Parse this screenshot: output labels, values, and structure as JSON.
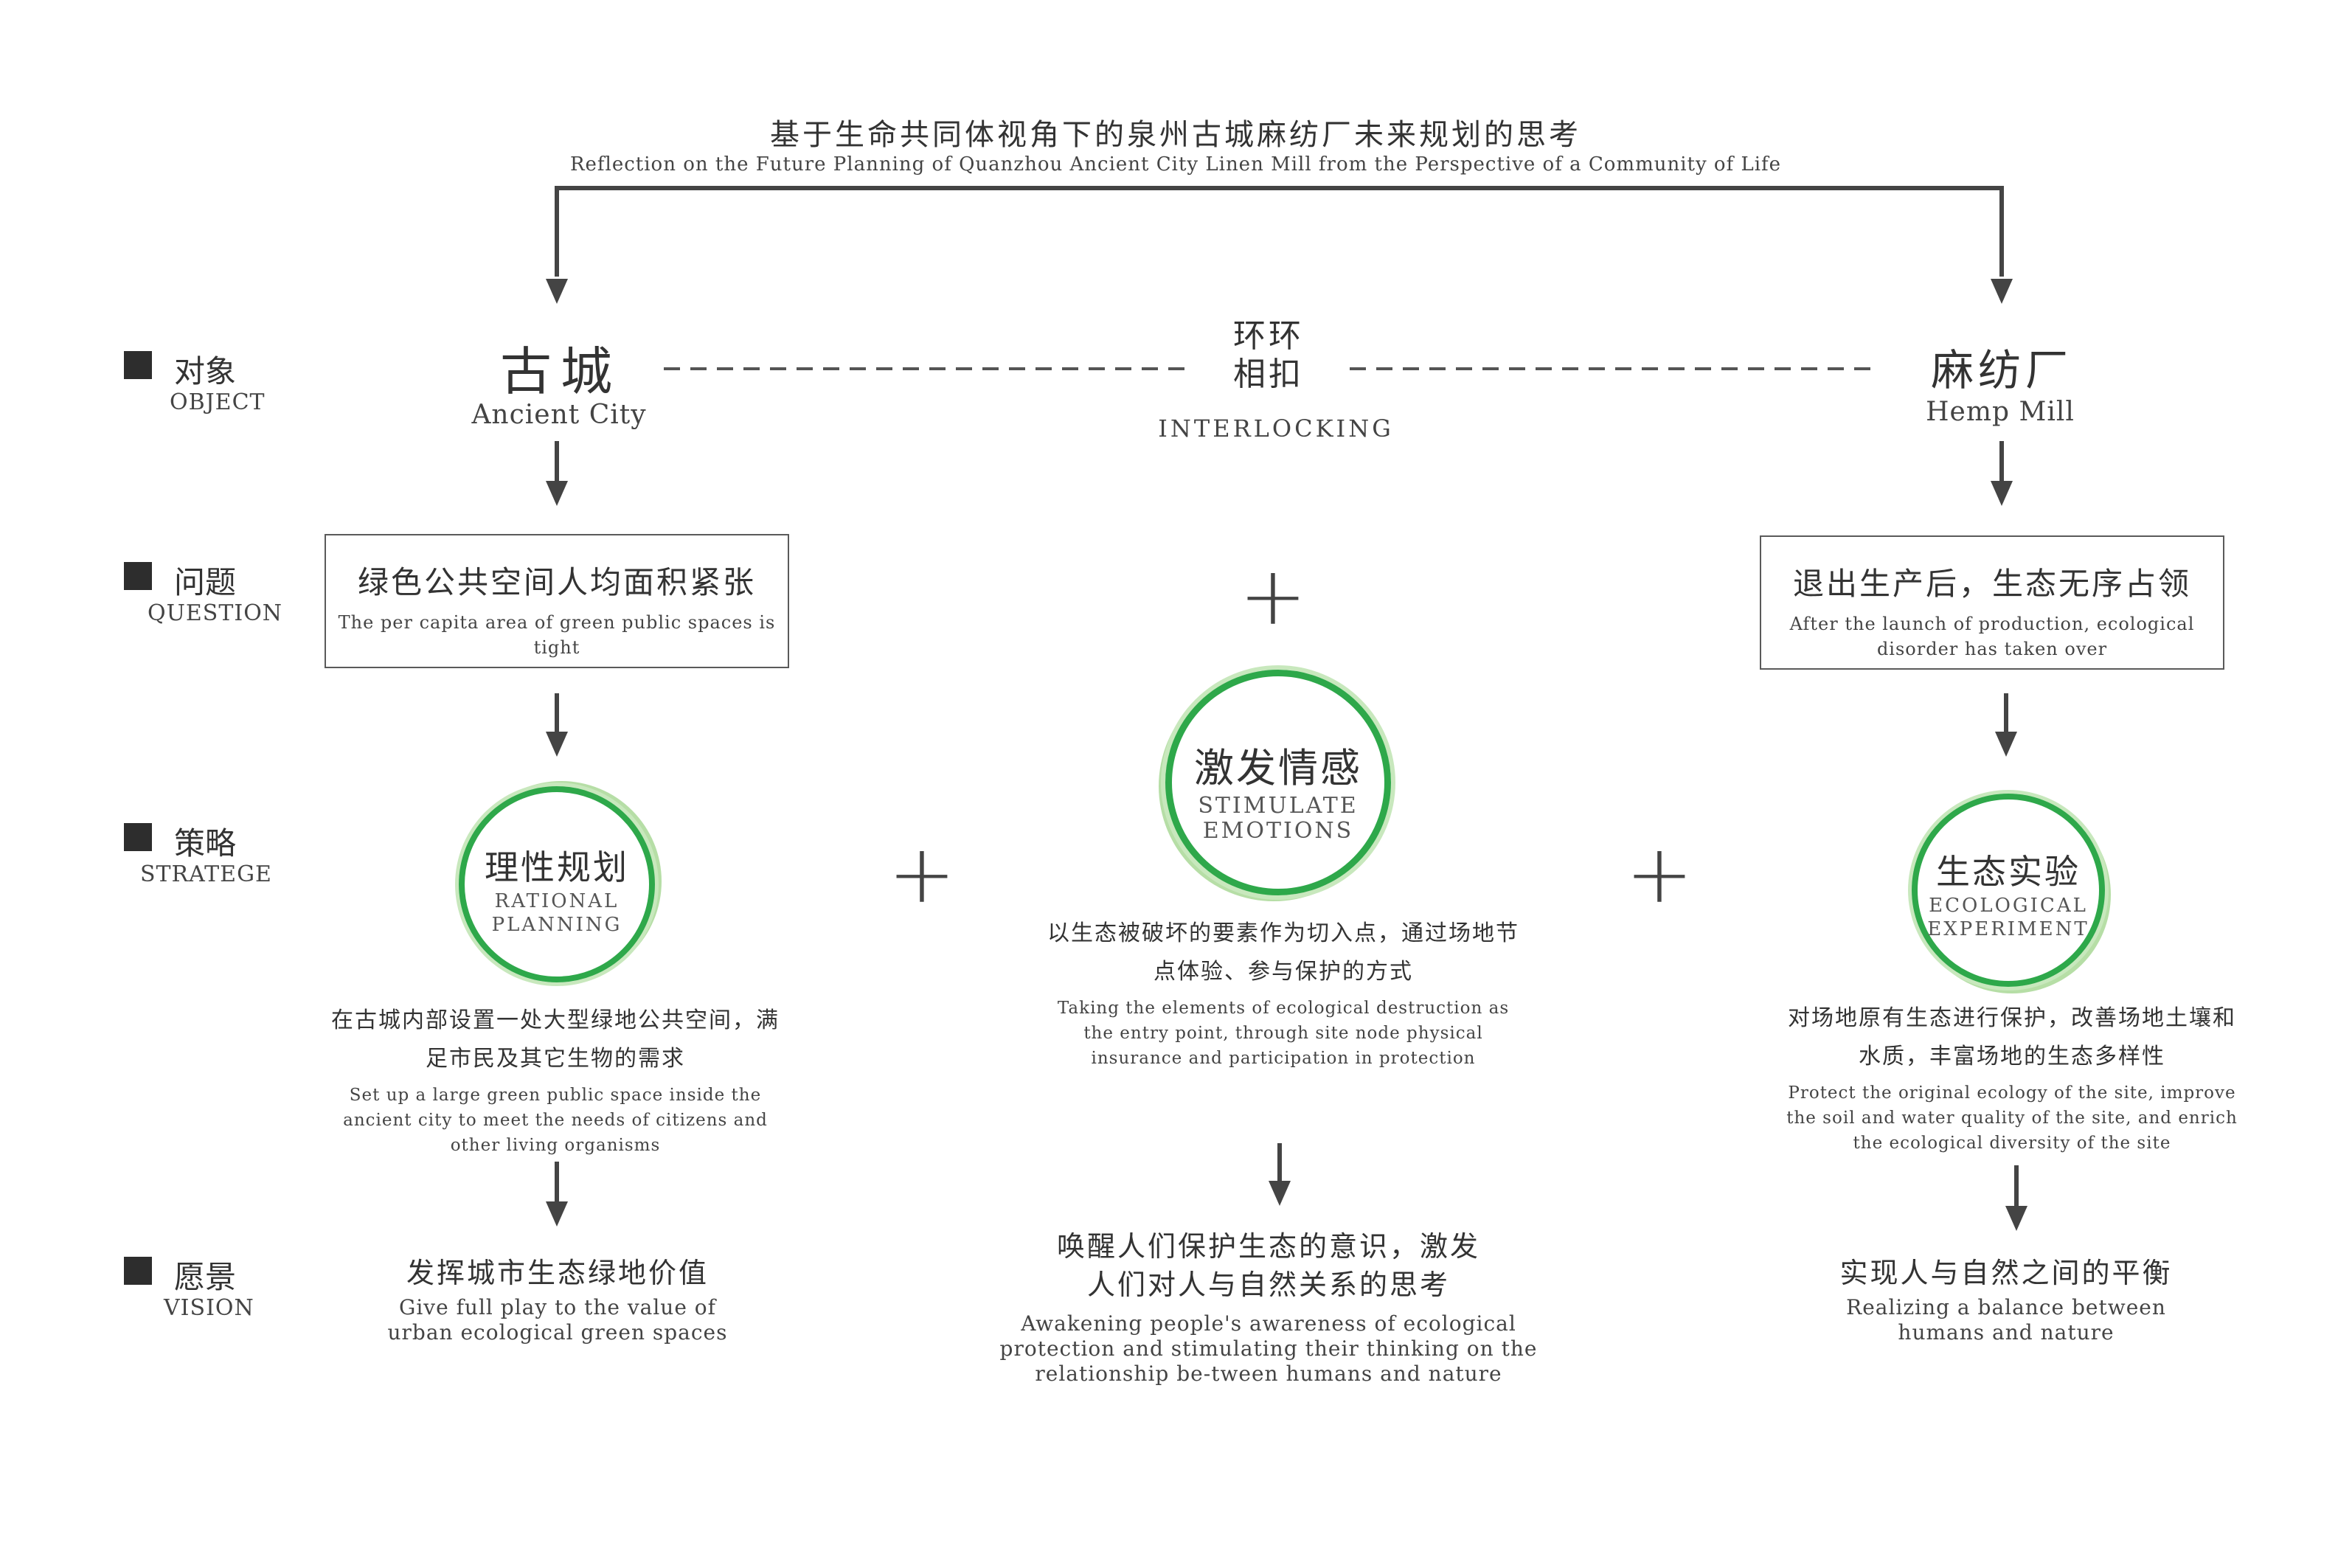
{
  "header": {
    "title_cn": "基于生命共同体视角下的泉州古城麻纺厂未来规划的思考",
    "title_en": "Reflection on the Future Planning of Quanzhou Ancient City Linen Mill from the Perspective of a Community of Life"
  },
  "rows": {
    "object": {
      "cn": "对象",
      "en": "OBJECT"
    },
    "question": {
      "cn": "问题",
      "en": "QUESTION"
    },
    "strategy": {
      "cn": "策略",
      "en": "STRATEGE"
    },
    "vision": {
      "cn": "愿景",
      "en": "VISION"
    }
  },
  "objects": {
    "left": {
      "cn": "古城",
      "en": "Ancient City"
    },
    "middle": {
      "cn_line1": "环环",
      "cn_line2": "相扣",
      "en": "INTERLOCKING"
    },
    "right": {
      "cn": "麻纺厂",
      "en": "Hemp Mill"
    }
  },
  "questions": {
    "left": {
      "cn": "绿色公共空间人均面积紧张",
      "en": "The per capita area of green public spaces is tight"
    },
    "right": {
      "cn": "退出生产后，生态无序占领",
      "en": "After the launch of production, ecological disorder has taken over"
    }
  },
  "plus_symbol": "+",
  "strategies": {
    "left": {
      "cn": "理性规划",
      "en_line1": "RATIONAL",
      "en_line2": "PLANNING",
      "desc_cn": "在古城内部设置一处大型绿地公共空间，满足市民及其它生物的需求",
      "desc_en": "Set up a large green public space inside the ancient city to meet the needs of citizens and other living organisms"
    },
    "middle": {
      "cn": "激发情感",
      "en_line1": "STIMULATE",
      "en_line2": "EMOTIONS",
      "desc_cn": "以生态被破坏的要素作为切入点，通过场地节点体验、参与保护的方式",
      "desc_en": "Taking the elements of ecological destruction as the entry point, through site node physical insurance and participation in protection"
    },
    "right": {
      "cn": "生态实验",
      "en_line1": "ECOLOGICAL",
      "en_line2": "EXPERIMENT",
      "desc_cn": "对场地原有生态进行保护，改善场地土壤和水质，丰富场地的生态多样性",
      "desc_en": "Protect the original ecology of the site, improve the soil and water quality of the site, and enrich the ecological diversity of the site"
    }
  },
  "visions": {
    "left": {
      "cn": "发挥城市生态绿地价值",
      "en": "Give full play to the value of urban ecological green spaces"
    },
    "middle": {
      "cn": "唤醒人们保护生态的意识，激发人们对人与自然关系的思考",
      "en": "Awakening people's awareness of ecological protection and stimulating their thinking on the relationship be-tween humans and nature"
    },
    "right": {
      "cn": "实现人与自然之间的平衡",
      "en": "Realizing a balance between humans and nature"
    }
  },
  "colors": {
    "accent_green": "#2ea84a",
    "light_green": "#a9d99a",
    "line_gray": "#444444",
    "text_dark": "#333333"
  }
}
